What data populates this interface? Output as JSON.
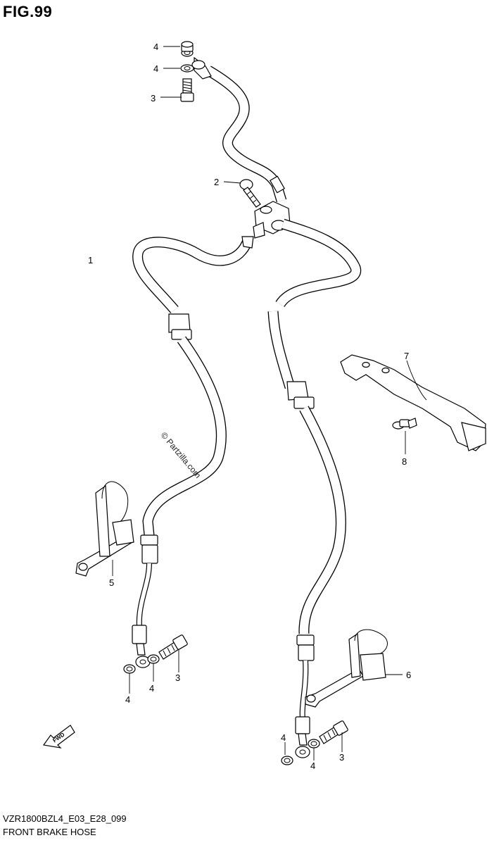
{
  "figure": {
    "title": "FIG.99",
    "model_code": "VZR1800BZL4_E03_E28_099",
    "name": "FRONT BRAKE HOSE"
  },
  "watermark": "© Partzilla.com",
  "direction_badge": "FWD",
  "callouts": [
    {
      "id": "c4a",
      "label": "4"
    },
    {
      "id": "c4b",
      "label": "4"
    },
    {
      "id": "c3a",
      "label": "3"
    },
    {
      "id": "c2",
      "label": "2"
    },
    {
      "id": "c1",
      "label": "1"
    },
    {
      "id": "c7",
      "label": "7"
    },
    {
      "id": "c8",
      "label": "8"
    },
    {
      "id": "c5",
      "label": "5"
    },
    {
      "id": "c6",
      "label": "6"
    },
    {
      "id": "c4c",
      "label": "4"
    },
    {
      "id": "c4d",
      "label": "4"
    },
    {
      "id": "c3b",
      "label": "3"
    },
    {
      "id": "c4e",
      "label": "4"
    },
    {
      "id": "c4f",
      "label": "4"
    },
    {
      "id": "c3c",
      "label": "3"
    }
  ]
}
